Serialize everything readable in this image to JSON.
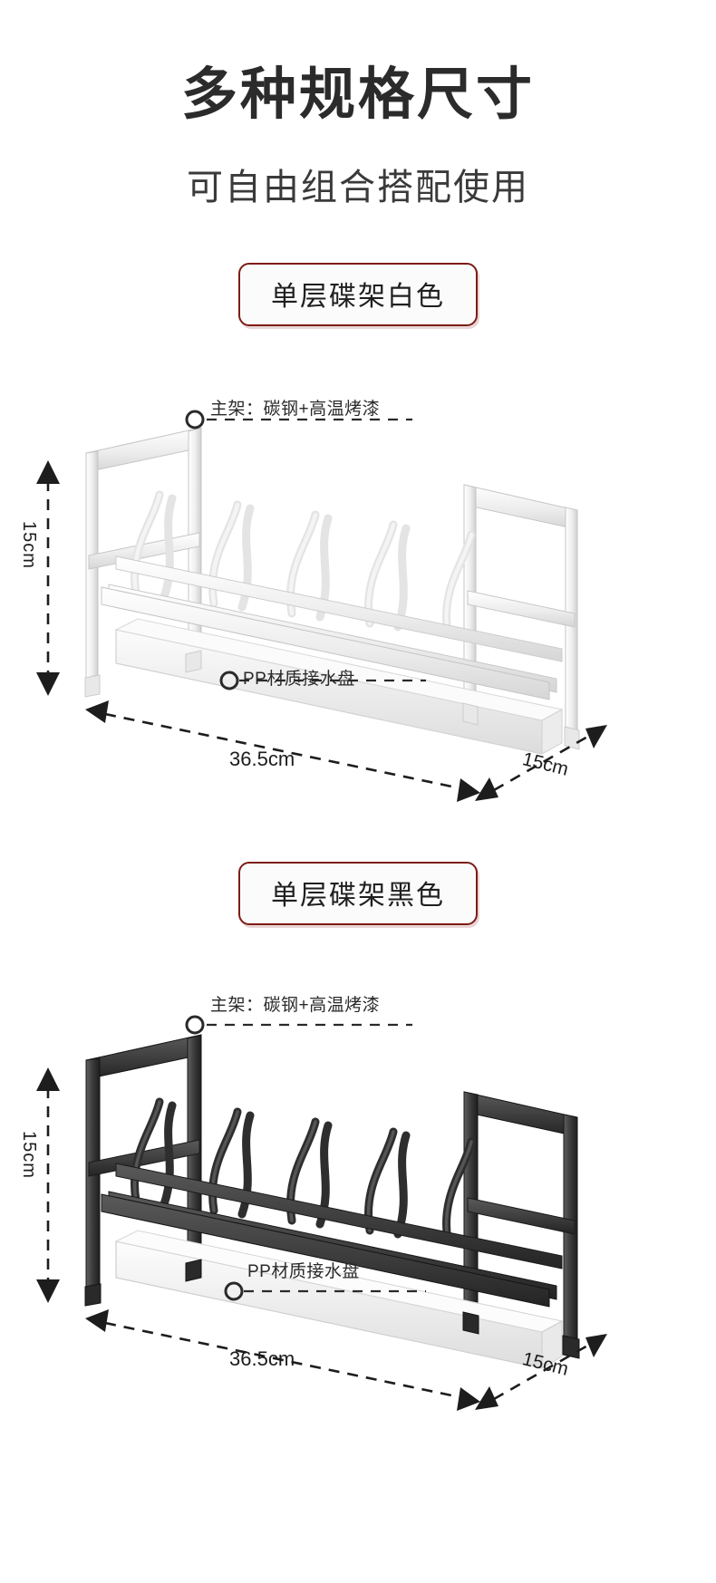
{
  "header": {
    "title": "多种规格尺寸",
    "subtitle": "可自由组合搭配使用"
  },
  "sections": [
    {
      "badge_label": "单层碟架白色",
      "color_variant": "white",
      "annotations": {
        "frame": "主架：碳钢+高温烤漆",
        "tray": "PP材质接水盘"
      },
      "dimensions": {
        "height": "15cm",
        "width": "36.5cm",
        "depth": "15cm"
      }
    },
    {
      "badge_label": "单层碟架黑色",
      "color_variant": "black",
      "annotations": {
        "frame": "主架：碳钢+高温烤漆",
        "tray": "PP材质接水盘"
      },
      "dimensions": {
        "height": "15cm",
        "width": "36.5cm",
        "depth": "15cm"
      }
    }
  ],
  "colors": {
    "badge_border": "#7d1c16",
    "text_dark": "#2b2b2b",
    "rack_white": "#f2f2f2",
    "rack_black": "#3a3a3a",
    "background": "#ffffff"
  },
  "icons": {
    "leader_marker": "circle-marker-icon",
    "arrow_up": "arrow-up-icon",
    "arrow_down": "arrow-down-icon",
    "arrow_left": "arrow-left-icon",
    "arrow_right": "arrow-right-icon"
  }
}
